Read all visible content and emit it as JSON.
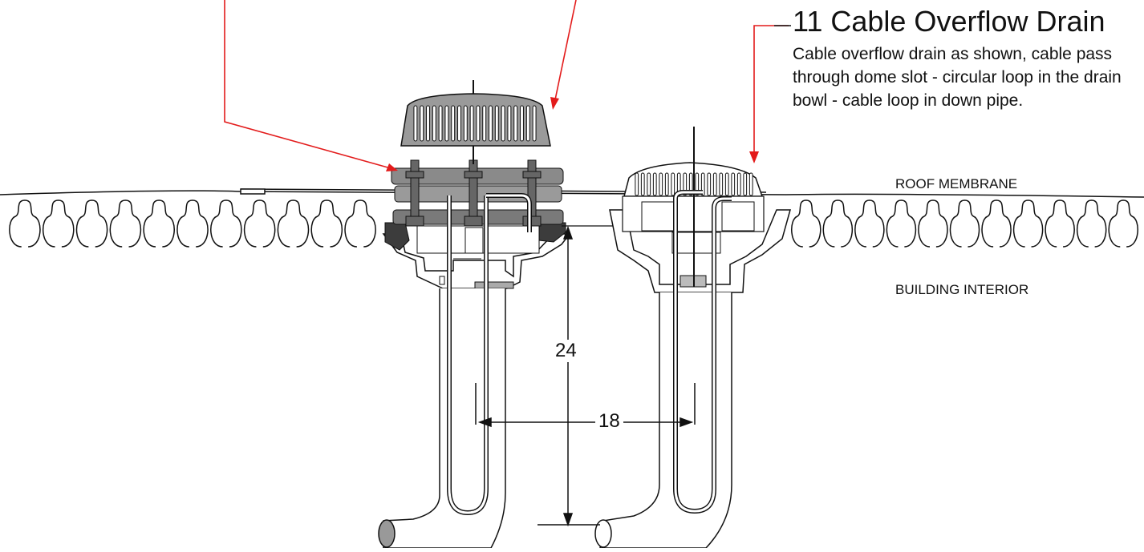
{
  "callout": {
    "title": "11 Cable Overflow Drain",
    "description": "Cable overflow drain as shown, cable pass through dome slot - circular loop in the drain bowl - cable loop in down pipe."
  },
  "labels": {
    "roof_membrane": "ROOF MEMBRANE",
    "building_interior": "BUILDING INTERIOR"
  },
  "dimensions": {
    "vertical": "24",
    "horizontal": "18"
  },
  "colors": {
    "leader": "#e31b1b",
    "line": "#111111",
    "dome_fill": "#9a9a9a",
    "flange_fill": "#7a7a7a",
    "clamp_fill": "#3c3c3c",
    "pipe_fill": "#cccccc"
  }
}
